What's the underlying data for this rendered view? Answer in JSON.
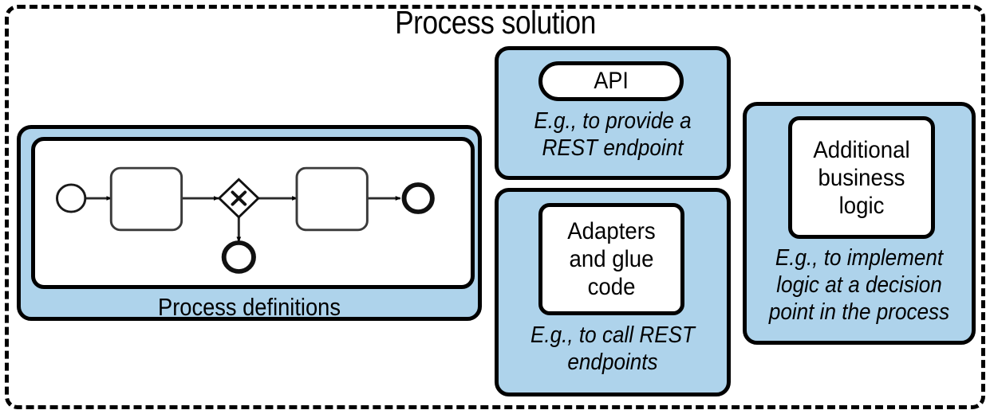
{
  "diagram": {
    "title": "Process solution",
    "frame_style": "dashed",
    "colors": {
      "card_fill": "#aed3eb",
      "panel_fill": "#ffffff",
      "stroke": "#000000",
      "background": "#ffffff"
    }
  },
  "cards": {
    "process_definitions": {
      "label": "Process definitions",
      "bpmn": {
        "elements": [
          {
            "name": "start-event",
            "type": "start-event"
          },
          {
            "name": "task-1",
            "type": "task"
          },
          {
            "name": "exclusive-gateway",
            "type": "exclusive-gateway"
          },
          {
            "name": "task-2",
            "type": "task"
          },
          {
            "name": "end-event-top",
            "type": "end-event"
          },
          {
            "name": "end-event-bottom",
            "type": "end-event"
          }
        ],
        "flows": [
          "start-event -> task-1",
          "task-1 -> exclusive-gateway",
          "exclusive-gateway -> task-2",
          "exclusive-gateway -> end-event-bottom",
          "task-2 -> end-event-top"
        ]
      }
    },
    "api": {
      "title": "API",
      "description": "E.g., to provide a REST endpoint"
    },
    "adapters": {
      "title": "Adapters and glue code",
      "description": "E.g., to call REST endpoints"
    },
    "business_logic": {
      "title": "Additional business logic",
      "description": "E.g., to implement logic at a decision point in the process"
    }
  }
}
